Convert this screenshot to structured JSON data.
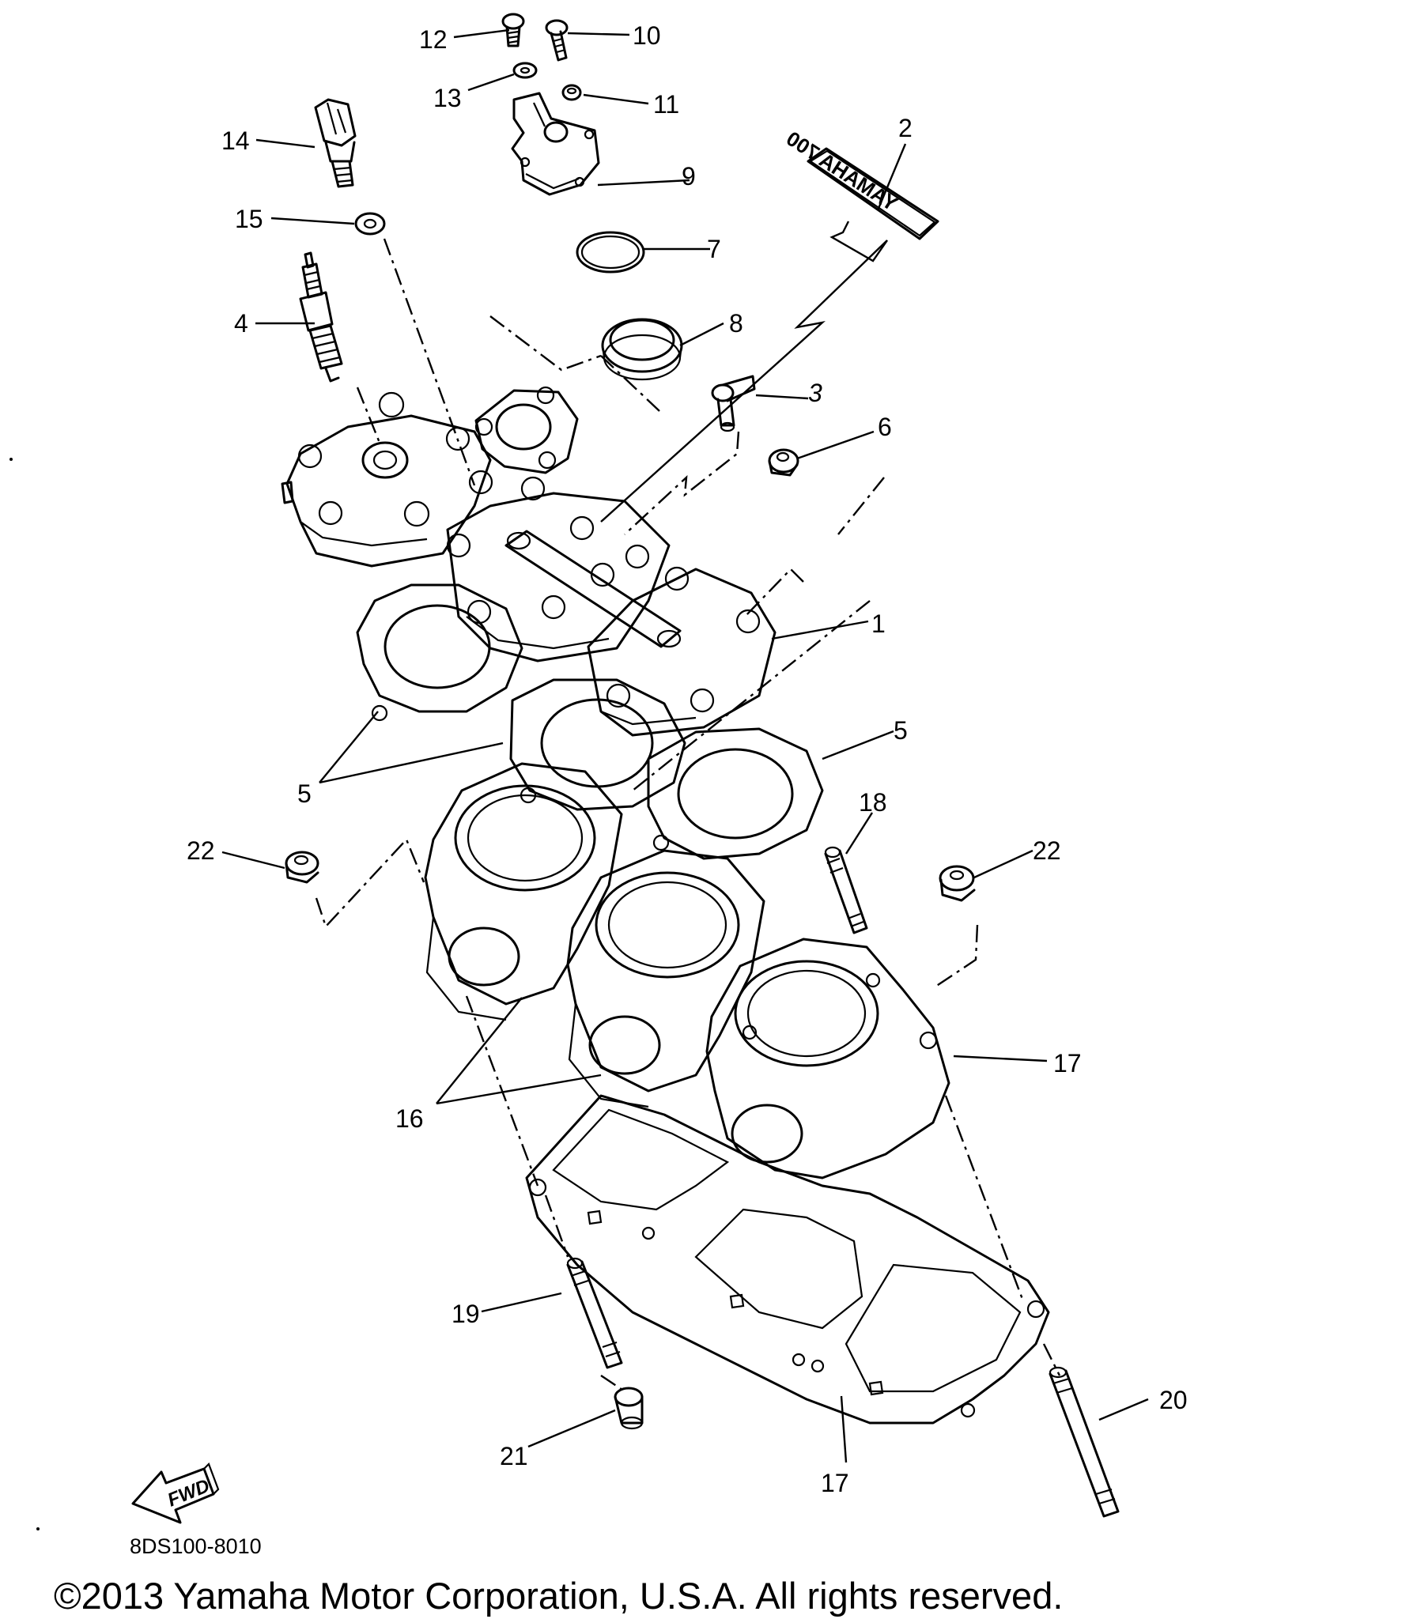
{
  "diagram_code": "8DS100-8010",
  "copyright": "©2013 Yamaha Motor Corporation, U.S.A. All rights reserved.",
  "decal_text": "YAMAHA 700",
  "fwd_label": "FWD",
  "callouts": {
    "c1": "1",
    "c2": "2",
    "c3": "3",
    "c4": "4",
    "c5a": "5",
    "c5b": "5",
    "c6": "6",
    "c7": "7",
    "c8": "8",
    "c9": "9",
    "c10": "10",
    "c11": "11",
    "c12": "12",
    "c13": "13",
    "c14": "14",
    "c15": "15",
    "c16": "16",
    "c17a": "17",
    "c17b": "17",
    "c18": "18",
    "c19": "19",
    "c20": "20",
    "c21": "21",
    "c22a": "22",
    "c22b": "22"
  }
}
